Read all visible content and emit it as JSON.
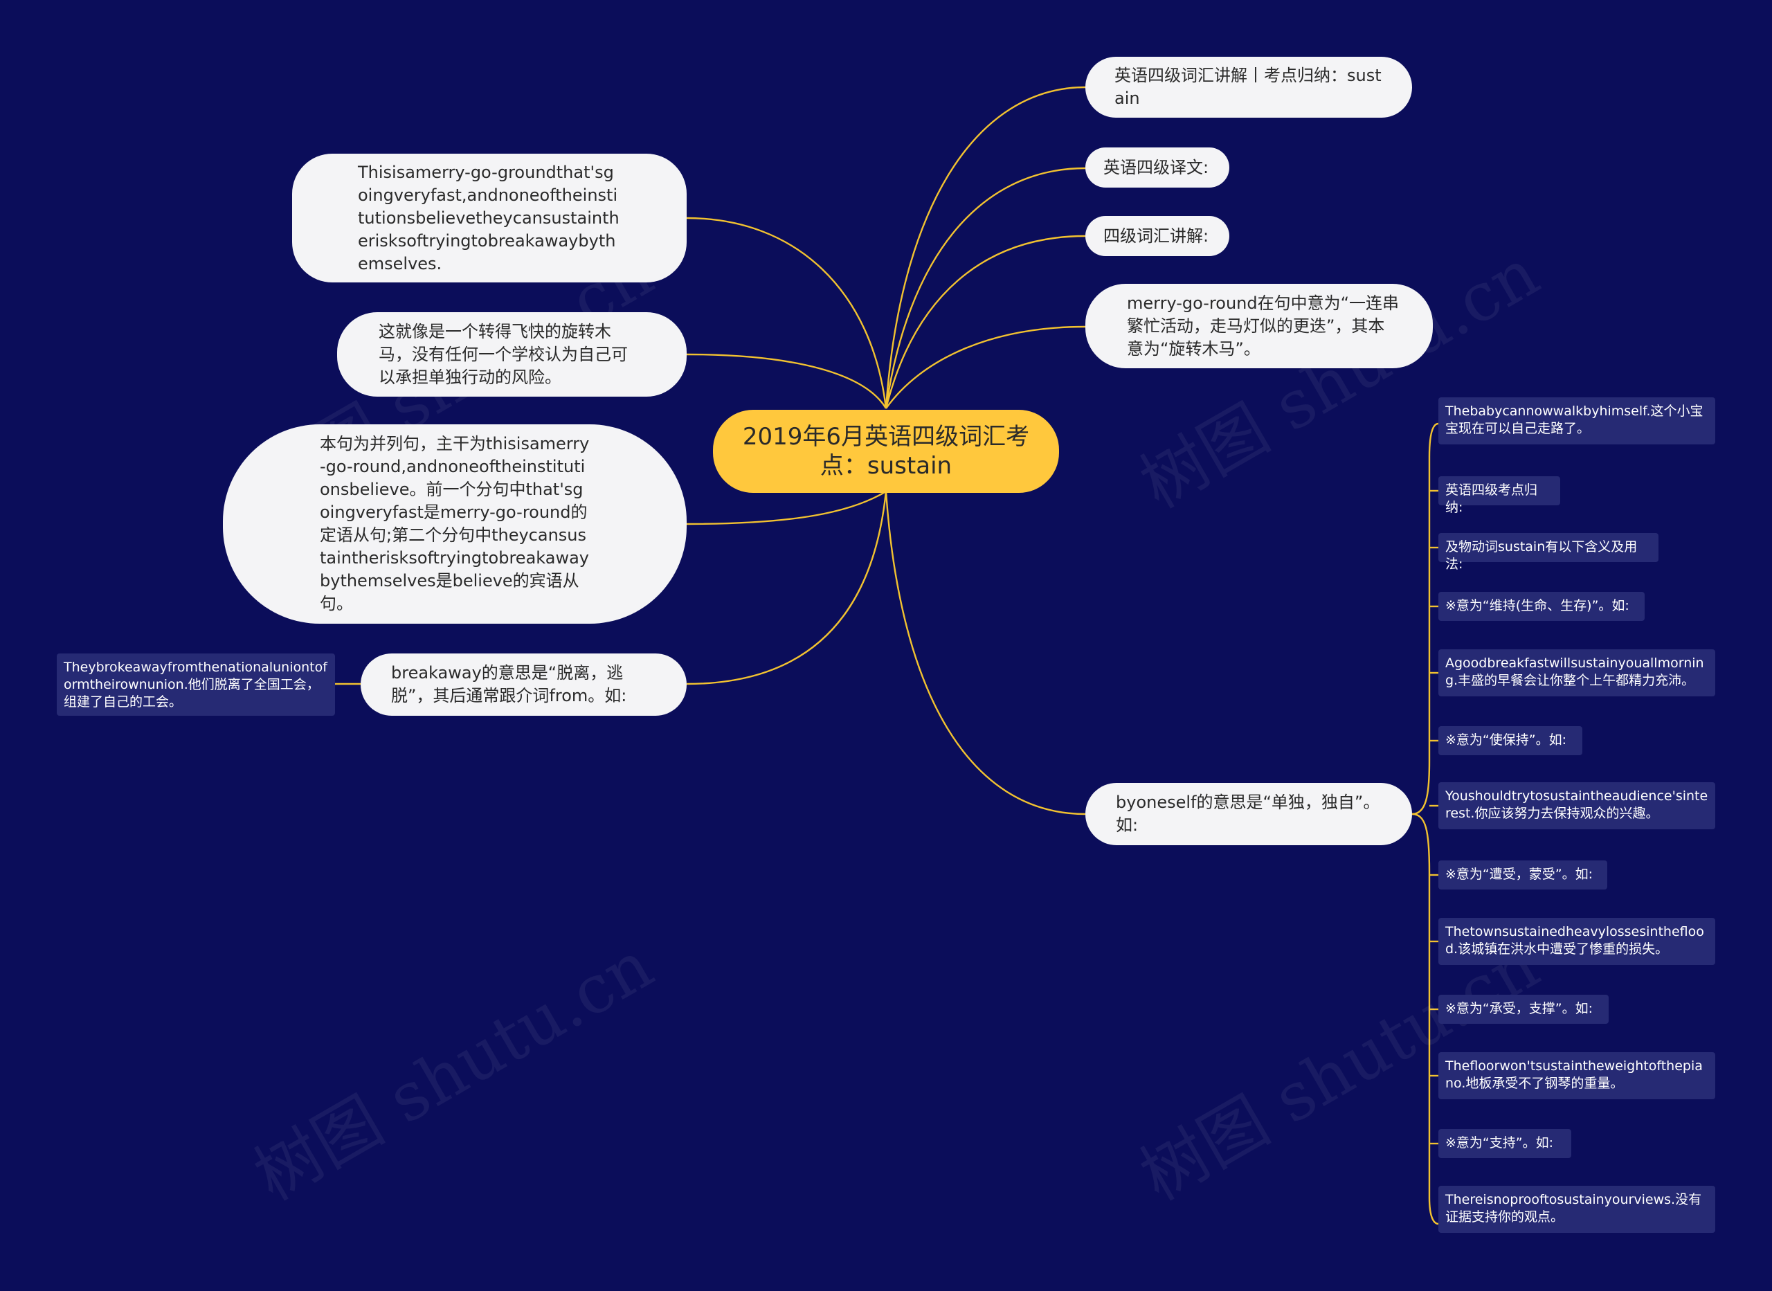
{
  "root": {
    "label": "2019年6月英语四级词汇考点：sustain"
  },
  "right_nodes": [
    "英语四级词汇讲解丨考点归纳：sustain",
    "英语四级译文:",
    "四级词汇讲解:",
    "merry-go-round在句中意为“一连串繁忙活动，走马灯似的更迭”，其本意为“旋转木马”。",
    "byoneself的意思是“单独，独自”。如:"
  ],
  "left_nodes": [
    "Thisisamerry-go-groundthat'sgoingveryfast,andnoneoftheinstitutionsbelievetheycansustaintherisksoftryingtobreakawaybythemselves.",
    "这就像是一个转得飞快的旋转木马，没有任何一个学校认为自己可以承担单独行动的风险。",
    "本句为并列句，主干为thisisamerry-go-round,andnoneoftheinstitutionsbelieve。前一个分句中that'sgoingveryfast是merry-go-round的定语从句;第二个分句中theycansustaintherisksoftryingtobreakawaybythemselves是believe的宾语从句。",
    "breakaway的意思是“脱离，逃脱”，其后通常跟介词from。如:"
  ],
  "left_leaf": "Theybrokeawayfromthenationaluniontoformtheirownunion.他们脱离了全国工会，组建了自己的工会。",
  "right_leaves": [
    "Thebabycannowwalkbyhimself.这个小宝宝现在可以自己走路了。",
    "英语四级考点归纳:",
    "及物动词sustain有以下含义及用法:",
    "※意为“维持(生命、生存)”。如:",
    "Agoodbreakfastwillsustainyouallmorning.丰盛的早餐会让你整个上午都精力充沛。",
    "※意为“使保持”。如:",
    "Youshouldtrytosustaintheaudience'sinterest.你应该努力去保持观众的兴趣。",
    "※意为“遭受，蒙受”。如:",
    "Thetownsustainedheavylossesintheflood.该城镇在洪水中遭受了惨重的损失。",
    "※意为“承受，支撑”。如:",
    "Thefloorwon'tsustaintheweightofthepiano.地板承受不了钢琴的重量。",
    "※意为“支持”。如:",
    "Thereisnoprooftosustainyourviews.没有证据支持你的观点。"
  ],
  "watermark": "树图 shutu.cn",
  "colors": {
    "background": "#0b0d5a",
    "root": "#ffc83d",
    "link": "#f2c230",
    "node": "#f4f4f6",
    "leaf": "#262a74"
  }
}
